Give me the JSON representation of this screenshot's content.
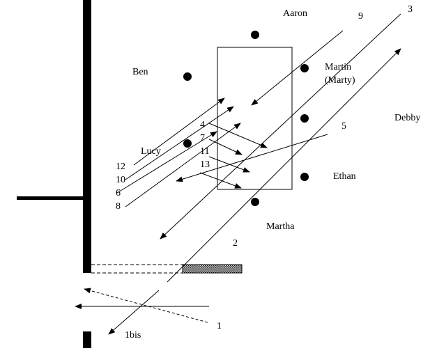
{
  "people": [
    {
      "name": "Aaron"
    },
    {
      "name": "Ben"
    },
    {
      "name": "Martin"
    },
    {
      "name": "(Marty)"
    },
    {
      "name": "Lucy"
    },
    {
      "name": "Ethan"
    },
    {
      "name": "Martha"
    },
    {
      "name": "Debby"
    }
  ],
  "paths": {
    "p1": "1",
    "p1bis": "1bis",
    "p2": "2",
    "p3": "3",
    "p4": "4",
    "p5": "5",
    "p6": "6",
    "p7": "7",
    "p8": "8",
    "p9": "9",
    "p10": "10",
    "p11": "11",
    "p12": "12",
    "p13": "13"
  },
  "colors": {
    "ink": "#000000",
    "background": "#ffffff"
  }
}
